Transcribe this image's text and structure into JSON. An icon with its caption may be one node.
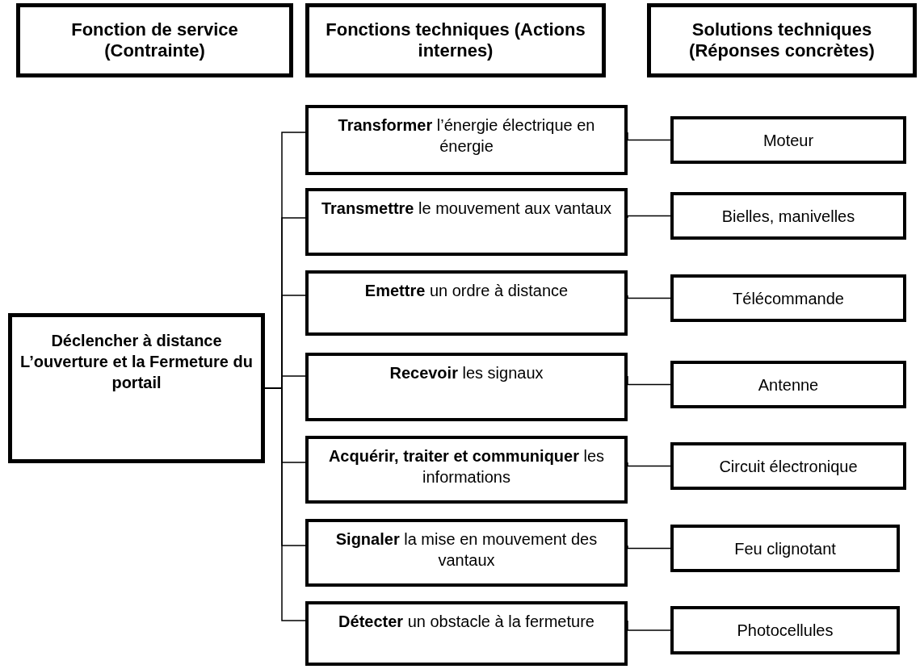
{
  "diagram": {
    "nodes": [
      {
        "text": [
          "Fonction de service (Contrainte)"
        ]
      },
      {
        "text": [
          "Fonctions techniques (Actions internes)"
        ]
      },
      {
        "text": [
          "Solutions techniques (Réponses concrètes)"
        ]
      },
      {
        "text": [
          "Déclencher à distance L’ouverture et la Fermeture du portail"
        ]
      },
      {
        "text": [
          "**Transformer** l’énergie électrique en énergie"
        ]
      },
      {
        "text": [
          "**Transmettre** le mouvement aux vantaux"
        ]
      },
      {
        "text": [
          "**Emettre** un ordre à distance"
        ]
      },
      {
        "text": [
          "**Recevoir** les signaux"
        ]
      },
      {
        "text": [
          "**Acquérir, traiter et communiquer** les informations"
        ]
      },
      {
        "text": [
          "**Signaler** la mise en mouvement des vantaux"
        ]
      },
      {
        "text": [
          "**Détecter** un obstacle à la fermeture"
        ]
      },
      {
        "text": [
          "Moteur"
        ]
      },
      {
        "text": [
          "Bielles, manivelles"
        ]
      },
      {
        "text": [
          "Télécommande"
        ]
      },
      {
        "text": [
          "Antenne"
        ]
      },
      {
        "text": [
          "Circuit électronique"
        ]
      },
      {
        "text": [
          "Feu clignotant"
        ]
      },
      {
        "text": [
          "Photocellules"
        ]
      }
    ],
    "edges": [
      {
        "from": 3,
        "to": 4,
        "arrow": "none"
      },
      {
        "from": 3,
        "to": 5,
        "arrow": "none"
      },
      {
        "from": 3,
        "to": 6,
        "arrow": "none"
      },
      {
        "from": 3,
        "to": 7,
        "arrow": "none"
      },
      {
        "from": 3,
        "to": 8,
        "arrow": "none"
      },
      {
        "from": 3,
        "to": 9,
        "arrow": "none"
      },
      {
        "from": 3,
        "to": 10,
        "arrow": "none"
      },
      {
        "from": 4,
        "to": 11,
        "arrow": "none"
      },
      {
        "from": 5,
        "to": 12,
        "arrow": "none"
      },
      {
        "from": 6,
        "to": 13,
        "arrow": "none"
      },
      {
        "from": 7,
        "to": 14,
        "arrow": "none"
      },
      {
        "from": 8,
        "to": 15,
        "arrow": "none"
      },
      {
        "from": 9,
        "to": 16,
        "arrow": "none"
      },
      {
        "from": 10,
        "to": 17,
        "arrow": "none"
      }
    ]
  }
}
